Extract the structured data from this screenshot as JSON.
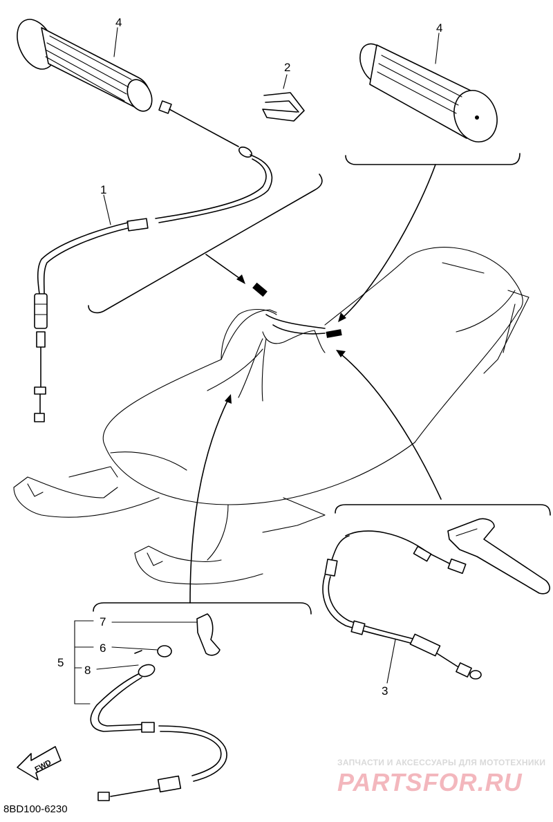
{
  "callouts": {
    "c1": "1",
    "c2": "2",
    "c3": "3",
    "c4_left": "4",
    "c4_right": "4",
    "c5": "5",
    "c6": "6",
    "c7": "7",
    "c8": "8"
  },
  "direction_arrow": "FWD",
  "diagram_code": "8BD100-6230",
  "watermark": {
    "tagline": "ЗАПЧАСТИ И АКСЕССУАРЫ ДЛЯ МОТОТЕХНИКИ",
    "brand": "PARTSFOR.RU"
  },
  "colors": {
    "ink": "#000000",
    "watermark_red": "#f3b7bd",
    "watermark_grey": "#d9d9d9"
  }
}
